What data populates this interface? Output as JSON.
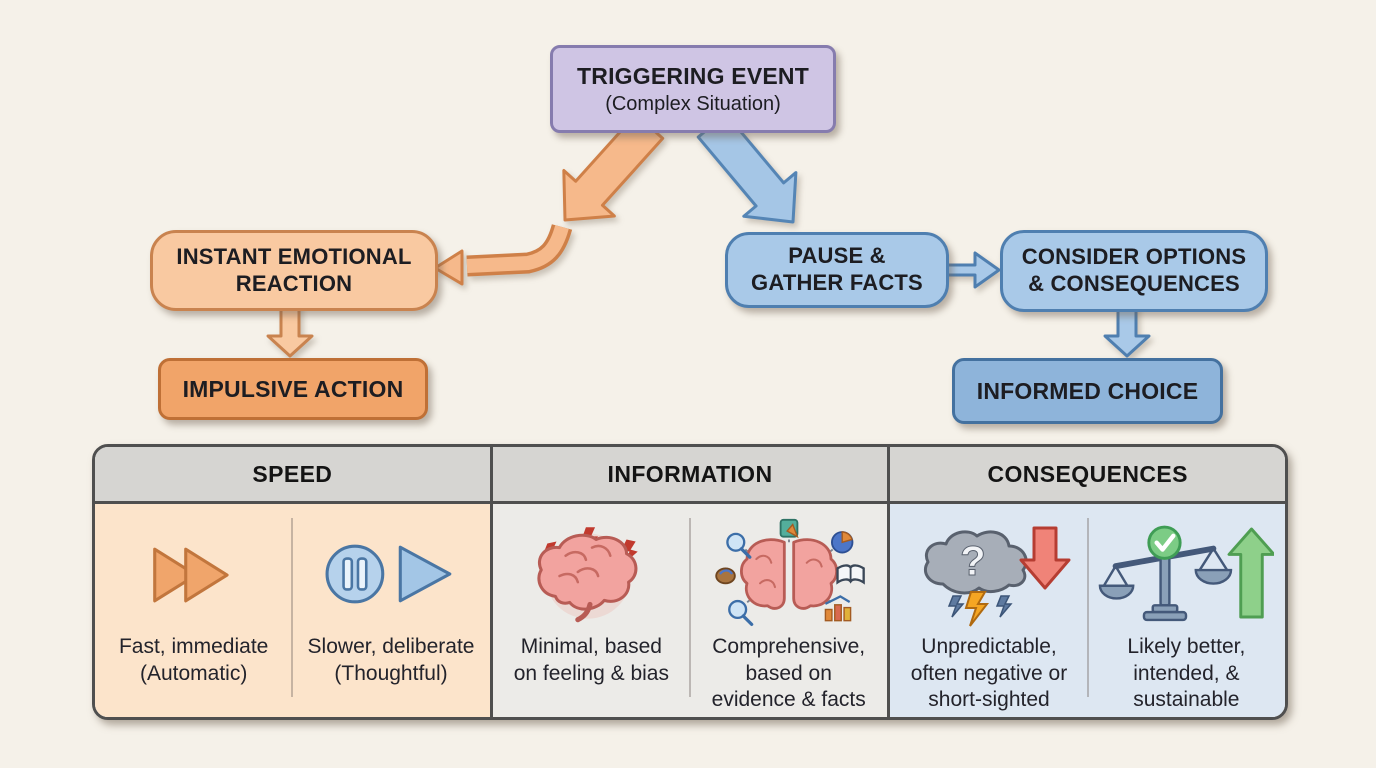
{
  "flowchart": {
    "trigger": {
      "title": "TRIGGERING EVENT",
      "subtitle": "(Complex Situation)"
    },
    "emotional_path": {
      "reaction_label": "INSTANT EMOTIONAL\nREACTION",
      "action_label": "IMPULSIVE ACTION"
    },
    "deliberate_path": {
      "pause_label": "PAUSE &\nGATHER FACTS",
      "consider_label": "CONSIDER OPTIONS\n& CONSEQUENCES",
      "choice_label": "INFORMED CHOICE"
    }
  },
  "comparison_table": {
    "columns": [
      {
        "header": "SPEED",
        "cells": [
          {
            "icon": "fast-forward-icon",
            "caption": "Fast, immediate\n(Automatic)"
          },
          {
            "icon": "pause-play-icon",
            "caption": "Slower, deliberate\n(Thoughtful)"
          }
        ]
      },
      {
        "header": "INFORMATION",
        "cells": [
          {
            "icon": "stressed-brain-icon",
            "caption": "Minimal, based\non feeling & bias"
          },
          {
            "icon": "analytical-brain-icon",
            "caption": "Comprehensive,\nbased on\nevidence & facts"
          }
        ]
      },
      {
        "header": "CONSEQUENCES",
        "cells": [
          {
            "icon": "storm-cloud-down-arrow-icon",
            "caption": "Unpredictable,\noften negative or\nshort-sighted"
          },
          {
            "icon": "balance-scale-up-arrow-icon",
            "caption": "Likely better,\nintended, &\nsustainable"
          }
        ]
      }
    ]
  },
  "colors": {
    "background": "#f5f1e9",
    "trigger_fill": "#cfc5e4",
    "trigger_border": "#867cae",
    "emotional_fill": "#f9c9a1",
    "emotional_border": "#c9834f",
    "impulsive_fill": "#f1a469",
    "impulsive_border": "#bf7036",
    "deliberate_fill": "#a9c9e8",
    "deliberate_border": "#4f7fb0",
    "informed_fill": "#8eb4da",
    "informed_border": "#44719f",
    "orange_arrow_fill": "#f6b98b",
    "orange_arrow_border": "#cf8048",
    "blue_arrow_fill": "#a5c6e6",
    "blue_arrow_border": "#5585b5",
    "table_header_fill": "#d6d5d2",
    "table_border": "#4f4f4f",
    "speed_cell_fill": "#fce4cb",
    "information_cell_fill": "#ecebe8",
    "consequences_cell_fill": "#dde7f2",
    "negative_arrow_fill": "#f08378",
    "positive_arrow_fill": "#8ed08a"
  }
}
